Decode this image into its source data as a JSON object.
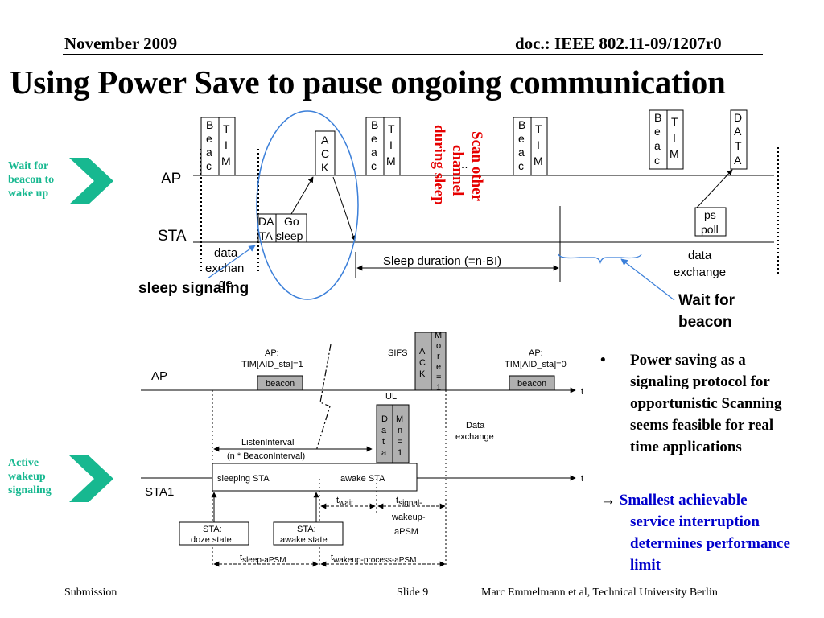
{
  "header": {
    "date": "November 2009",
    "doc": "doc.: IEEE 802.11-09/1207r0"
  },
  "title": "Using Power Save to pause ongoing communication",
  "side_labels": {
    "top": [
      "Wait for",
      "beacon to",
      "wake up"
    ],
    "bottom": [
      "Active",
      "wakeup",
      "signaling"
    ]
  },
  "top_diagram": {
    "ap_label": "AP",
    "sta_label": "STA",
    "beacon_letters": [
      "B",
      "e",
      "a",
      "c"
    ],
    "beacon2_letters": [
      "B",
      "e",
      "a",
      "c"
    ],
    "tim_letters": [
      "T",
      "I",
      "M"
    ],
    "ack_letters": [
      "A",
      "C",
      "K"
    ],
    "data_letters": [
      "D",
      "A",
      "T",
      "A"
    ],
    "sta_data_lines": [
      "DA",
      "TA"
    ],
    "go_sleep_lines": [
      "Go",
      "sleep"
    ],
    "ps_poll_lines": [
      "ps",
      "poll"
    ],
    "data_exchange_left_lines": [
      "data",
      "exchan",
      "ge"
    ],
    "data_exchange_right_lines": [
      "data",
      "exchange"
    ],
    "ellipsis": "…",
    "sleep_duration": "Sleep duration (=n·BI)",
    "scan_lines": [
      "Scan other",
      "channel",
      "during sleep"
    ],
    "sleep_signaling": "sleep signaling",
    "wait_for_beacon_lines": [
      "Wait for",
      "beacon"
    ]
  },
  "bottom_diagram": {
    "ap_label": "AP",
    "sta1_label": "STA1",
    "ap_tim1_lines": [
      "AP:",
      "TIM[AID_sta]=1"
    ],
    "ap_tim0_lines": [
      "AP:",
      "TIM[AID_sta]=0"
    ],
    "beacon": "beacon",
    "sifs": "SIFS",
    "ul": "UL",
    "t_axis": "t",
    "ack_letters": [
      "A",
      "C",
      "K"
    ],
    "more_letters": [
      "M",
      "o",
      "r",
      "e",
      "=",
      "1"
    ],
    "data_letters": [
      "D",
      "a",
      "t",
      "a"
    ],
    "mn_letters": [
      "M",
      "n",
      "=",
      "1"
    ],
    "data_exchange_lines": [
      "Data",
      "exchange"
    ],
    "listen_interval_lines": [
      "ListenInterval",
      "(n * BeaconInterval)"
    ],
    "sleeping_sta": "sleeping STA",
    "awake_sta": "awake STA",
    "doze_lines": [
      "STA:",
      "doze state"
    ],
    "awake_state_lines": [
      "STA:",
      "awake state"
    ],
    "t_wait": {
      "t": "t",
      "sub": "wait"
    },
    "t_signal": {
      "t": "t",
      "sub": "signal-",
      "lines": [
        "wakeup-",
        "aPSM"
      ]
    },
    "t_sleep": {
      "t": "t",
      "sub": "sleep-aPSM"
    },
    "t_wakeup": {
      "t": "t",
      "sub": "wakeup-process-aPSM"
    }
  },
  "bullets": {
    "first_marker": "•",
    "first_lines": [
      "Power saving as a",
      "signaling protocol for",
      "opportunistic Scanning",
      "seems feasible for real",
      "time applications"
    ],
    "second_arrow": "→",
    "second_lines": [
      "Smallest achievable",
      "service interruption",
      "determines performance",
      "limit"
    ]
  },
  "footer": {
    "left": "Submission",
    "center": "Slide 9",
    "right": "Marc Emmelmann et al, Technical University Berlin"
  },
  "colors": {
    "accent_green": "#17b890",
    "scan_red": "#e60000",
    "blue": "#0000cc",
    "circle_blue": "#3b7fd9",
    "gray_box": "#b0b0b0"
  }
}
